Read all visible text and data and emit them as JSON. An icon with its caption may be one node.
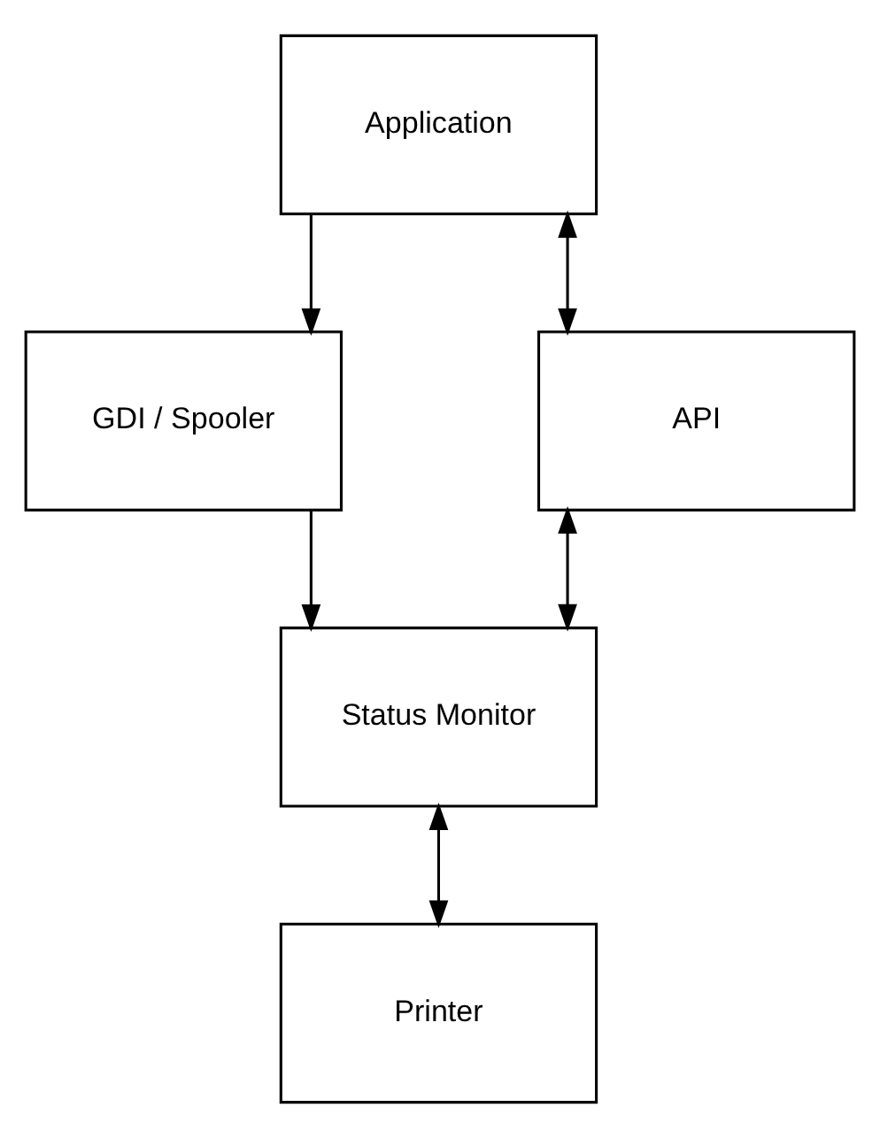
{
  "diagram": {
    "nodes": [
      {
        "text": [
          "Application"
        ]
      },
      {
        "text": [
          "GDI / Spooler"
        ]
      },
      {
        "text": [
          "API"
        ]
      },
      {
        "text": [
          "Status Monitor"
        ]
      },
      {
        "text": [
          "Printer"
        ]
      }
    ],
    "edges": [
      {
        "from": 0,
        "to": 1,
        "arrow": "to"
      },
      {
        "from": 0,
        "to": 2,
        "arrow": "both"
      },
      {
        "from": 1,
        "to": 3,
        "arrow": "to"
      },
      {
        "from": 3,
        "to": 2,
        "arrow": "both"
      },
      {
        "from": 3,
        "to": 4,
        "arrow": "both"
      }
    ]
  }
}
